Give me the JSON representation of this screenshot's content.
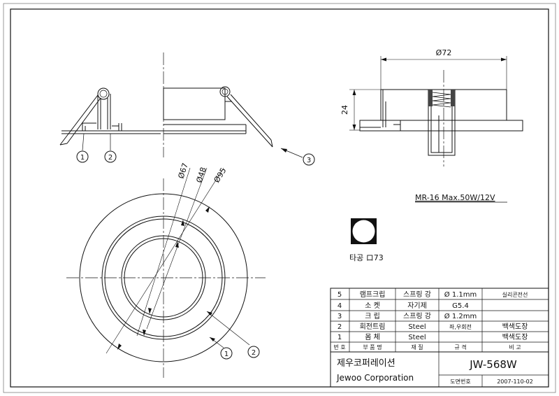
{
  "dimensions": {
    "width_dia": "Ø72",
    "height": "24",
    "dia_67": "Ø67",
    "dia_48": "Ø48",
    "dia_95": "Ø95"
  },
  "callouts": {
    "front_1": "1",
    "front_2": "2",
    "front_3": "3",
    "plan_1": "1",
    "plan_2": "2"
  },
  "lamp_spec": "MR-16 Max.50W/12V",
  "cutout": {
    "label": "타공 ロ73"
  },
  "parts": [
    {
      "no": "5",
      "name": "램프크립",
      "material": "스프링 강",
      "spec": "Ø 1.1mm",
      "note": "실리콘전선"
    },
    {
      "no": "4",
      "name": "소 켓",
      "material": "자기제",
      "spec": "G5.4",
      "note": ""
    },
    {
      "no": "3",
      "name": "크 립",
      "material": "스프링 강",
      "spec": "Ø 1.2mm",
      "note": ""
    },
    {
      "no": "2",
      "name": "회전트림",
      "material": "Steel",
      "spec": "좌,우회전",
      "note": "백색도장"
    },
    {
      "no": "1",
      "name": "몸 체",
      "material": "Steel",
      "spec": "",
      "note": "백색도장"
    }
  ],
  "table_header": {
    "no": "번 호",
    "name": "부 품 명",
    "material": "재 질",
    "spec": "규 격",
    "note": "비 고"
  },
  "company": {
    "name_kr": "제우코퍼레이션",
    "name_en": "Jewoo Corporation"
  },
  "model": "JW-568W",
  "drawing_no_label": "도면번호",
  "drawing_no": "2007-110-02"
}
